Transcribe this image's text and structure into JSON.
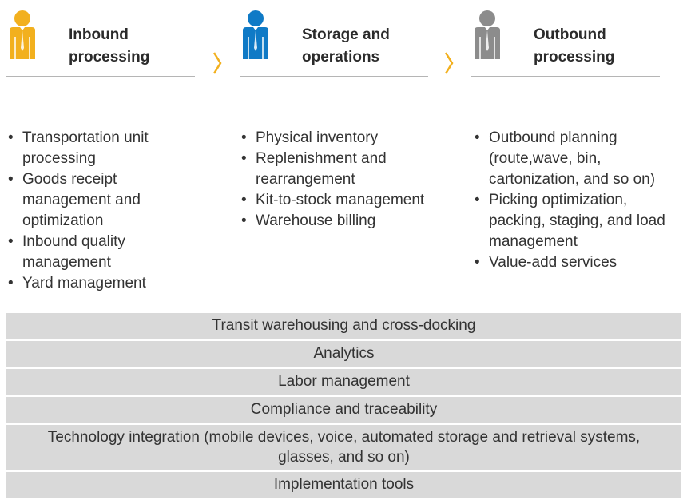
{
  "stages": [
    {
      "title": "Inbound\nprocessing",
      "color": "#f2b01e"
    },
    {
      "title": "Storage and\noperations",
      "color": "#0f7ac6"
    },
    {
      "title": "Outbound\nprocessing",
      "color": "#8c8c8c"
    }
  ],
  "chevron_color": "#f2b01e",
  "bullets": {
    "inbound": [
      "Transportation unit processing",
      "Goods receipt management and optimization",
      "Inbound quality management",
      "Yard management"
    ],
    "storage": [
      "Physical inventory",
      "Replenishment and rearrangement",
      "Kit-to-stock management",
      "Warehouse billing"
    ],
    "outbound": [
      "Outbound planning (route,wave, bin, cartonization, and so on)",
      "Picking optimization, packing, staging, and load management",
      "Value-add services"
    ]
  },
  "bands": [
    "Transit warehousing and cross-docking",
    "Analytics",
    "Labor management",
    "Compliance and traceability",
    "Technology integration (mobile devices, voice, automated storage and retrieval systems, glasses, and so on)",
    "Implementation tools"
  ]
}
